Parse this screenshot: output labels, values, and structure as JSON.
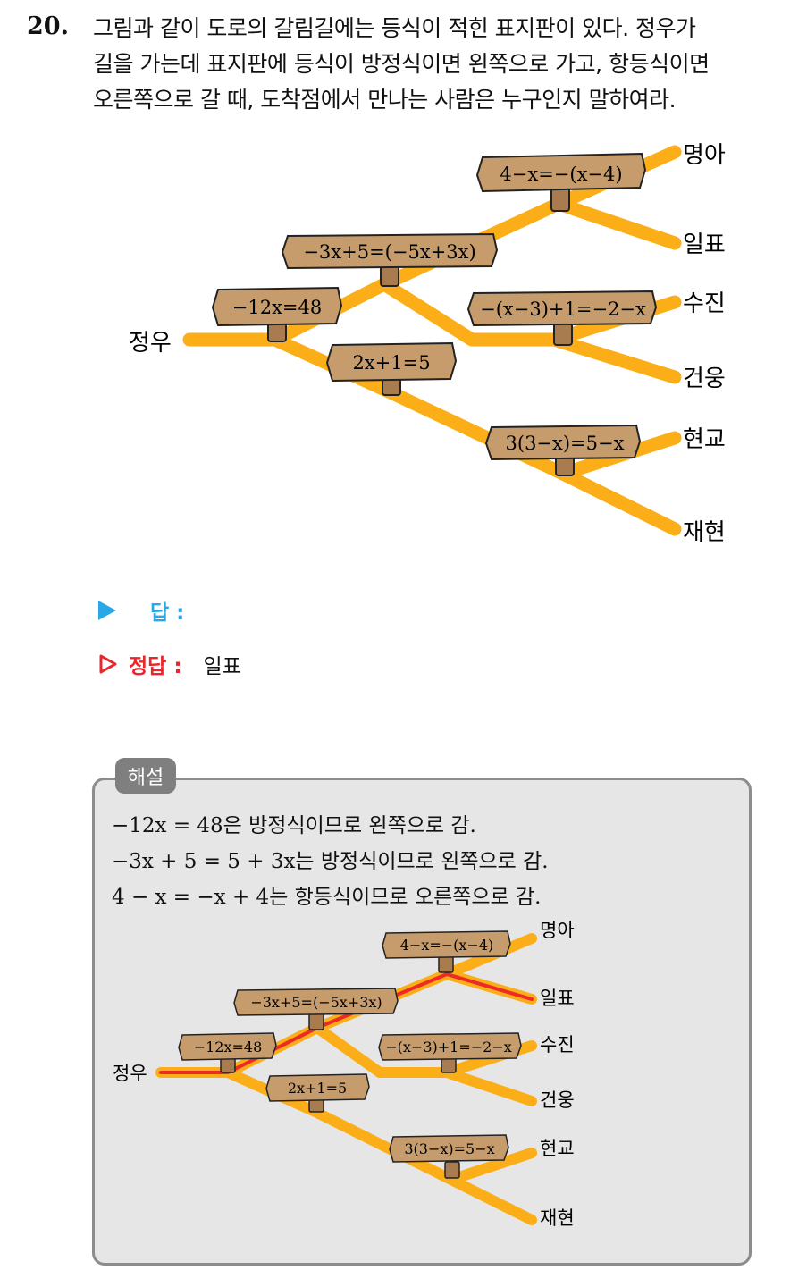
{
  "question": {
    "number": "20.",
    "lines": [
      "그림과 같이 도로의 갈림길에는 등식이 적힌 표지판이 있다. 정우가",
      "길을 가는데 표지판에 등식이 방정식이면 왼쪽으로 가고, 항등식이면",
      "오른쪽으로 갈 때, 도착점에서 만나는 사람은 누구인지 말하여라."
    ]
  },
  "diagram": {
    "start": "정우",
    "destinations": [
      "명아",
      "일표",
      "수진",
      "건웅",
      "현교",
      "재현"
    ],
    "signs": [
      "4−x=−(x−4)",
      "−3x+5=(−5x+3x)",
      "−12x=48",
      "−(x−3)+1=−2−x",
      "2x+1=5",
      "3(3−x)=5−x"
    ]
  },
  "answer": {
    "label": "답 :",
    "correct_label": "정답 :",
    "correct_value": "일표"
  },
  "solution": {
    "tag": "해설",
    "lines": [
      "−12x = 48은 방정식이므로 왼쪽으로 감.",
      "−3x + 5 = 5 + 3x는 방정식이므로 왼쪽으로 감.",
      "4 − x = −x + 4는 항등식이므로 오른쪽으로 감."
    ]
  },
  "colors": {
    "road": "#fbae17",
    "path": "#ee2a24",
    "sign": "#c69c6d",
    "post": "#a97c50",
    "answer_blue": "#29a8e8",
    "answer_red": "#e8262b"
  }
}
